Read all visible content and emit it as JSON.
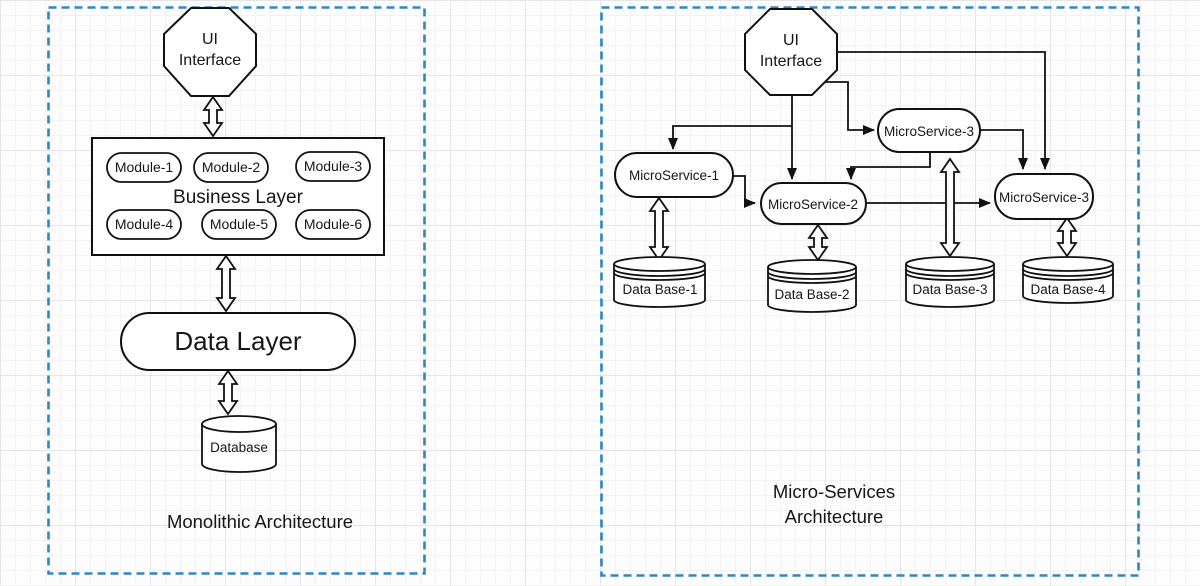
{
  "diagram": {
    "border_color": "#2e87bd",
    "mono": {
      "title": "Monolithic Architecture",
      "ui": {
        "line1": "UI",
        "line2": "Interface"
      },
      "business_label": "Business Layer",
      "modules": [
        "Module-1",
        "Module-2",
        "Module-3",
        "Module-4",
        "Module-5",
        "Module-6"
      ],
      "data_layer_label": "Data Layer",
      "database_label": "Database"
    },
    "micro": {
      "title": {
        "line1": "Micro-Services",
        "line2": "Architecture"
      },
      "ui": {
        "line1": "UI",
        "line2": "Interface"
      },
      "service_top": "MicroService-3",
      "service_1": "MicroService-1",
      "service_2": "MicroService-2",
      "service_3": "MicroService-3",
      "databases": [
        "Data Base-1",
        "Data Base-2",
        "Data Base-3",
        "Data Base-4"
      ]
    }
  }
}
